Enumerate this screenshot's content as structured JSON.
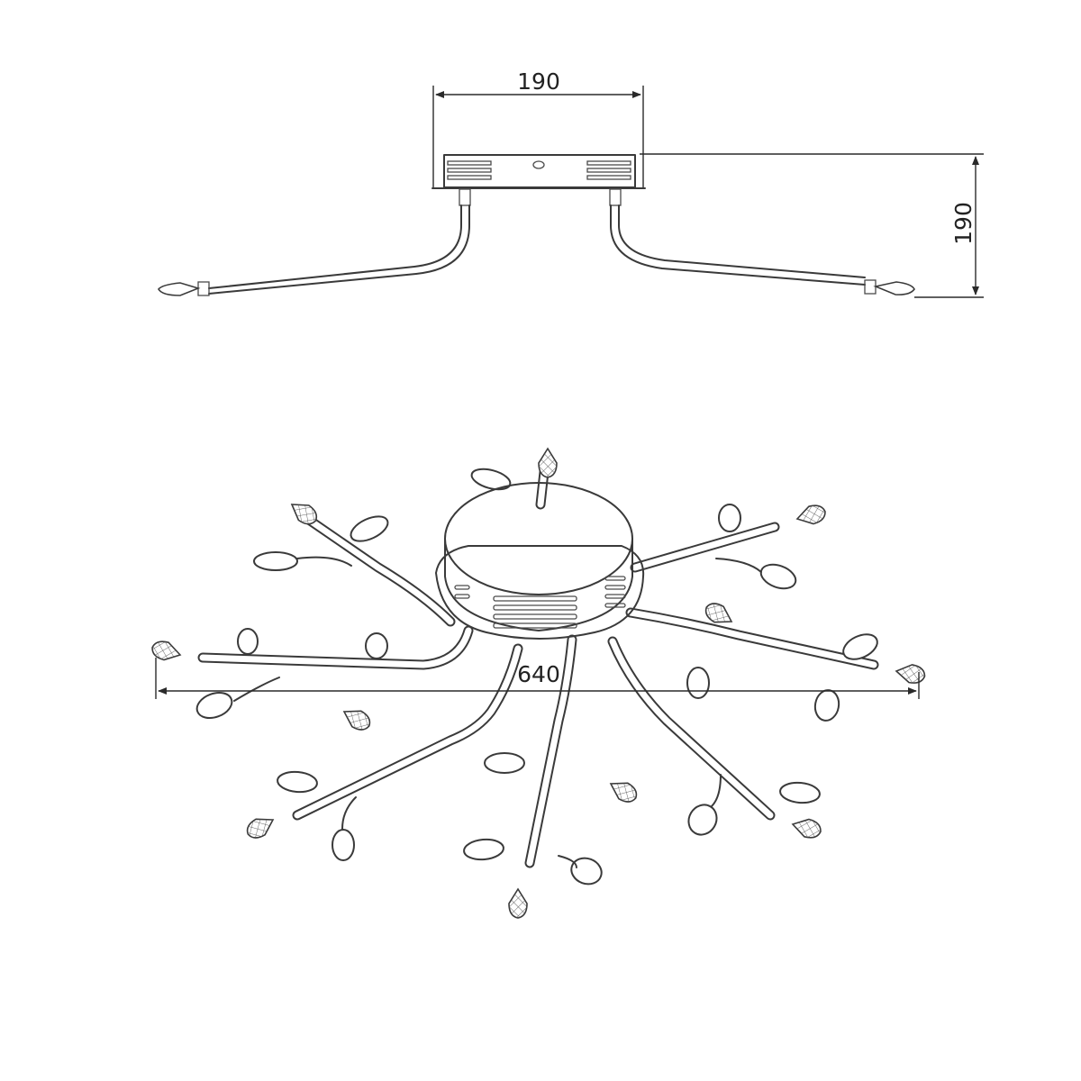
{
  "dimensions": {
    "top_width": "190",
    "side_height": "190",
    "bottom_width": "640"
  }
}
